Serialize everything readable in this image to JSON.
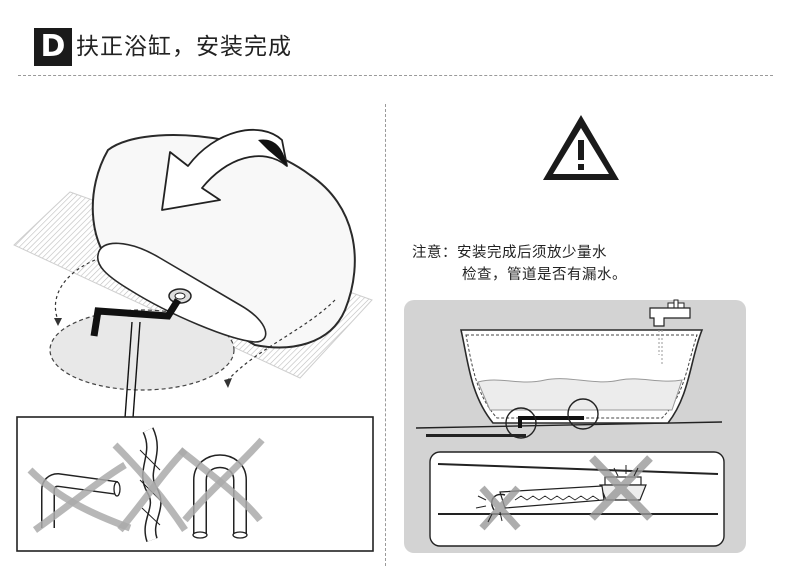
{
  "header": {
    "badge": "D",
    "title": "扶正浴缸，安装完成"
  },
  "warning": {
    "icon": "warning-triangle-icon",
    "line1": "注意：安装完成后须放少量水",
    "line2": "检查，管道是否有漏水。"
  }
}
